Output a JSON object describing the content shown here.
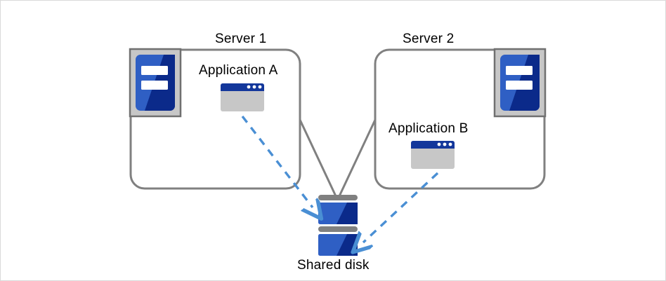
{
  "diagram": {
    "type": "shared-disk-cluster",
    "servers": [
      {
        "id": "server-1",
        "title": "Server 1",
        "application": "Application A",
        "icon": "server-icon",
        "app_icon": "application-window-icon"
      },
      {
        "id": "server-2",
        "title": "Server 2",
        "application": "Application B",
        "icon": "server-icon",
        "app_icon": "application-window-icon"
      }
    ],
    "storage": {
      "id": "shared-disk",
      "title": "Shared disk",
      "icon": "disk-stack-icon",
      "platters": 2
    },
    "connections": [
      {
        "from": "server-1",
        "to": "shared-disk",
        "style": "solid",
        "color": "#808080"
      },
      {
        "from": "server-2",
        "to": "shared-disk",
        "style": "solid",
        "color": "#808080"
      },
      {
        "from": "Application A",
        "to": "shared-disk",
        "style": "dashed",
        "color": "#4a8fd4"
      },
      {
        "from": "Application B",
        "to": "shared-disk",
        "style": "dashed",
        "color": "#4a8fd4"
      }
    ]
  },
  "colors": {
    "canvas_border": "#d9d9d9",
    "box_stroke": "#808080",
    "icon_gray": "#c7c7c7",
    "blue_light": "#2f5fc4",
    "blue_dark": "#0b2a8a",
    "titlebar_navy": "#13379b",
    "arrow_blue": "#4a8fd4",
    "text": "#000000"
  }
}
